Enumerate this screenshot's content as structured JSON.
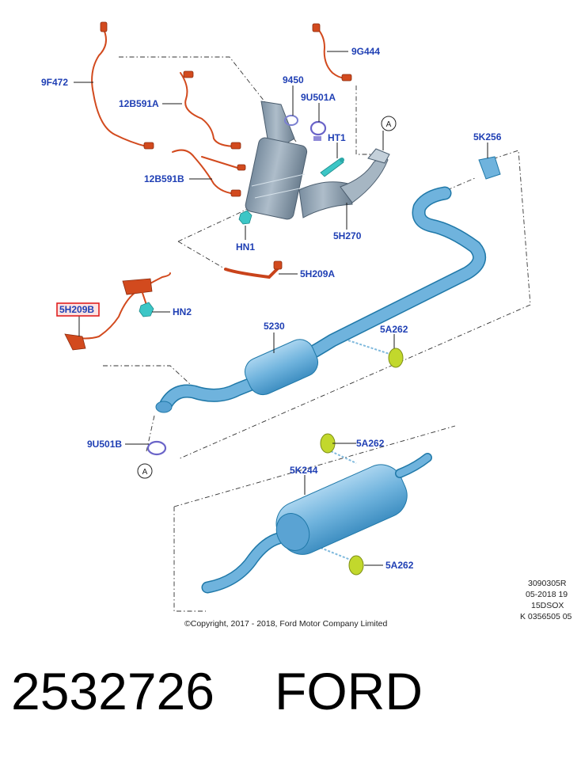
{
  "callouts": {
    "c9F472": "9F472",
    "c12B591A": "12B591A",
    "c12B591B": "12B591B",
    "c9450": "9450",
    "c9U501A": "9U501A",
    "c9G444": "9G444",
    "cHT1": "HT1",
    "cA_top": "A",
    "c5K256": "5K256",
    "cHN1": "HN1",
    "c5H270": "5H270",
    "c5H209A": "5H209A",
    "c5H209B": "5H209B",
    "cHN2": "HN2",
    "c5230": "5230",
    "c5A262_top": "5A262",
    "c9U501B": "9U501B",
    "cA_bottom": "A",
    "c5A262_mid": "5A262",
    "c5K244": "5K244",
    "c5A262_bottom": "5A262"
  },
  "highlight": {
    "color": "#e02020",
    "fill": "#fbe3e3",
    "label": "5H209B"
  },
  "meta": {
    "line1": "3090305R",
    "line2": "05-2018 19",
    "line3": "15DSOX",
    "line4": "K 0356505 05"
  },
  "copyright": "©Copyright, 2017 - 2018, Ford Motor Company Limited",
  "footer": {
    "part_number": "2532726",
    "brand": "FORD"
  },
  "colors": {
    "pipe": "#6fb3dd",
    "pipe_dark": "#1f78a8",
    "wire": "#d24a1e",
    "rubber": "#c2d82c",
    "clip": "#38c6c6",
    "label": "#1f3fb4"
  }
}
